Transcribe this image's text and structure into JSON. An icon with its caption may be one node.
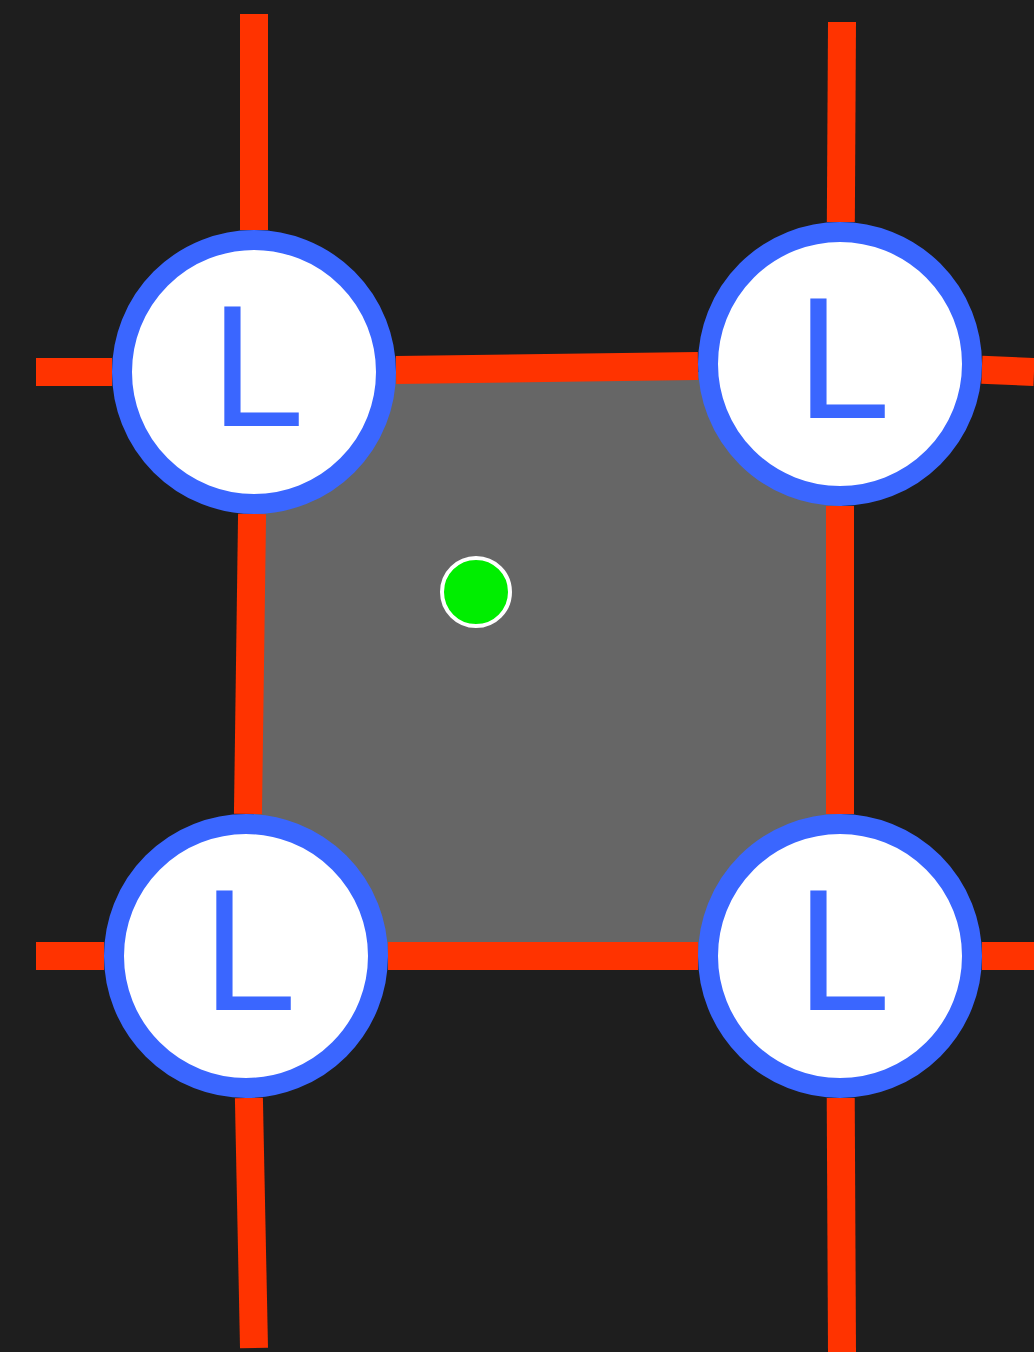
{
  "diagram": {
    "nodes": [
      {
        "text": [
          "L"
        ]
      },
      {
        "text": [
          "L"
        ]
      },
      {
        "text": [
          "L"
        ]
      },
      {
        "text": [
          "L"
        ]
      }
    ],
    "edges": [
      {
        "from": 0,
        "to": 1,
        "arrow": "none"
      },
      {
        "from": 0,
        "to": 2,
        "arrow": "none"
      },
      {
        "from": 1,
        "to": 3,
        "arrow": "none"
      },
      {
        "from": 2,
        "to": 3,
        "arrow": "none"
      },
      {
        "from": null,
        "to": 0,
        "arrow": "none"
      },
      {
        "from": null,
        "to": 0,
        "arrow": "none"
      },
      {
        "from": null,
        "to": 1,
        "arrow": "none"
      },
      {
        "from": null,
        "to": 1,
        "arrow": "none"
      },
      {
        "from": null,
        "to": 2,
        "arrow": "none"
      },
      {
        "from": null,
        "to": 2,
        "arrow": "none"
      },
      {
        "from": null,
        "to": 3,
        "arrow": "none"
      },
      {
        "from": null,
        "to": 3,
        "arrow": "none"
      }
    ]
  }
}
